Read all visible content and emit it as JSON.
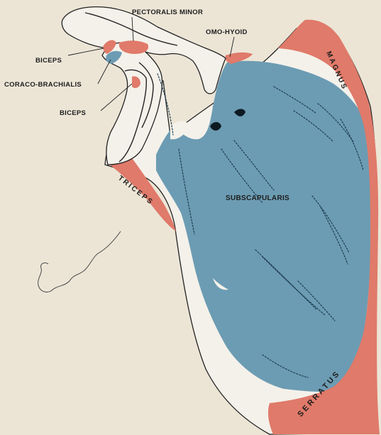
{
  "colors": {
    "background": "#ece5d6",
    "muscle_red": "#e07a6a",
    "muscle_blue": "#6c9cb3",
    "outline": "#222222"
  },
  "labels": {
    "pectoralis_minor": "PECTORALIS MINOR",
    "omo_hyoid": "OMO-HYOID",
    "biceps_upper": "BICEPS",
    "coraco_brachialis": "CORACO-BRACHIALIS",
    "biceps_lower": "BICEPS",
    "magnus": "MAGNUS",
    "triceps": "TRICEPS",
    "subscapularis": "SUBSCAPULARIS",
    "serratus": "SERRATUS"
  }
}
